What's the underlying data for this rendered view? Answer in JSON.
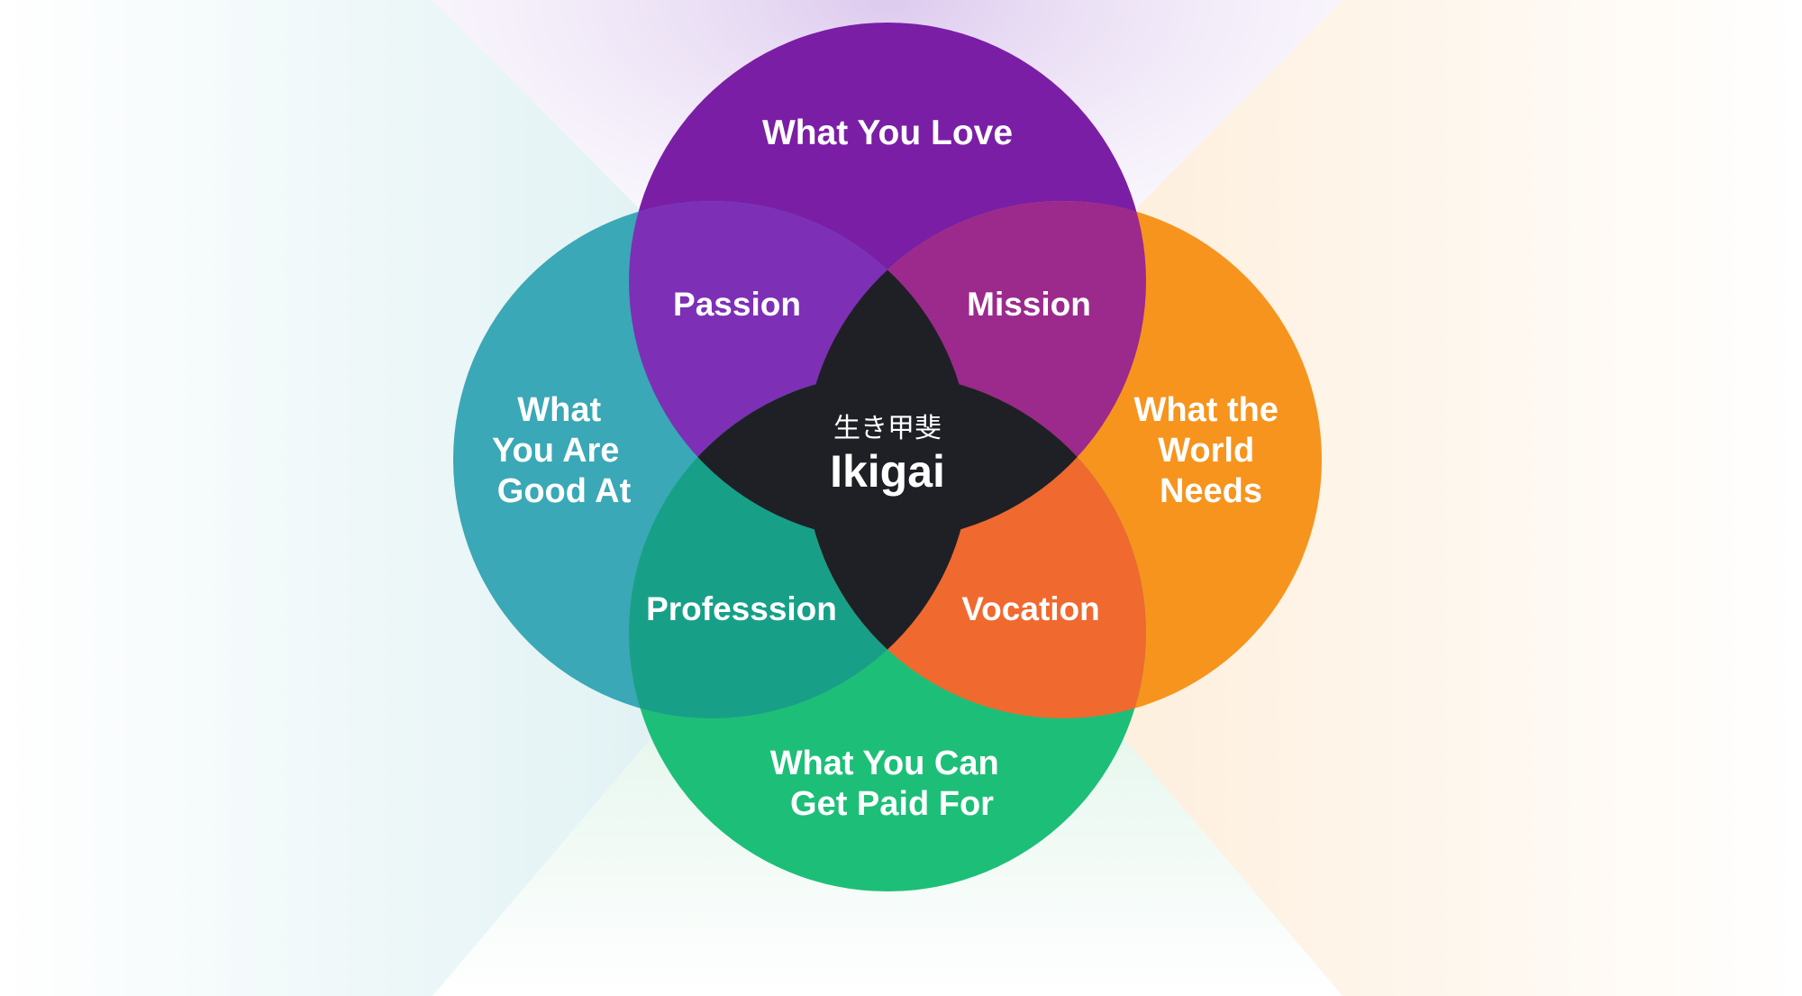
{
  "diagram": {
    "center": {
      "japanese": "生き甲斐",
      "label": "Ikigai"
    },
    "circles": {
      "love": {
        "lines": [
          "What You Love"
        ]
      },
      "good_at": {
        "lines": [
          "What",
          "You Are",
          "Good At"
        ]
      },
      "world_needs": {
        "lines": [
          "What the",
          "World",
          "Needs"
        ]
      },
      "paid_for": {
        "lines": [
          "What You Can",
          "Get Paid For"
        ]
      }
    },
    "overlaps": {
      "passion": "Passion",
      "mission": "Mission",
      "profession": "Professsion",
      "vocation": "Vocation"
    }
  },
  "colors": {
    "love": "#7b1ea6",
    "good_at": "#3aa8b6",
    "world_needs": "#f7941d",
    "paid_for": "#1dbf78",
    "passion": "#7d30b6",
    "mission": "#9b2a8c",
    "profession": "#17a087",
    "vocation": "#f0692f",
    "center": "#1f2026"
  }
}
